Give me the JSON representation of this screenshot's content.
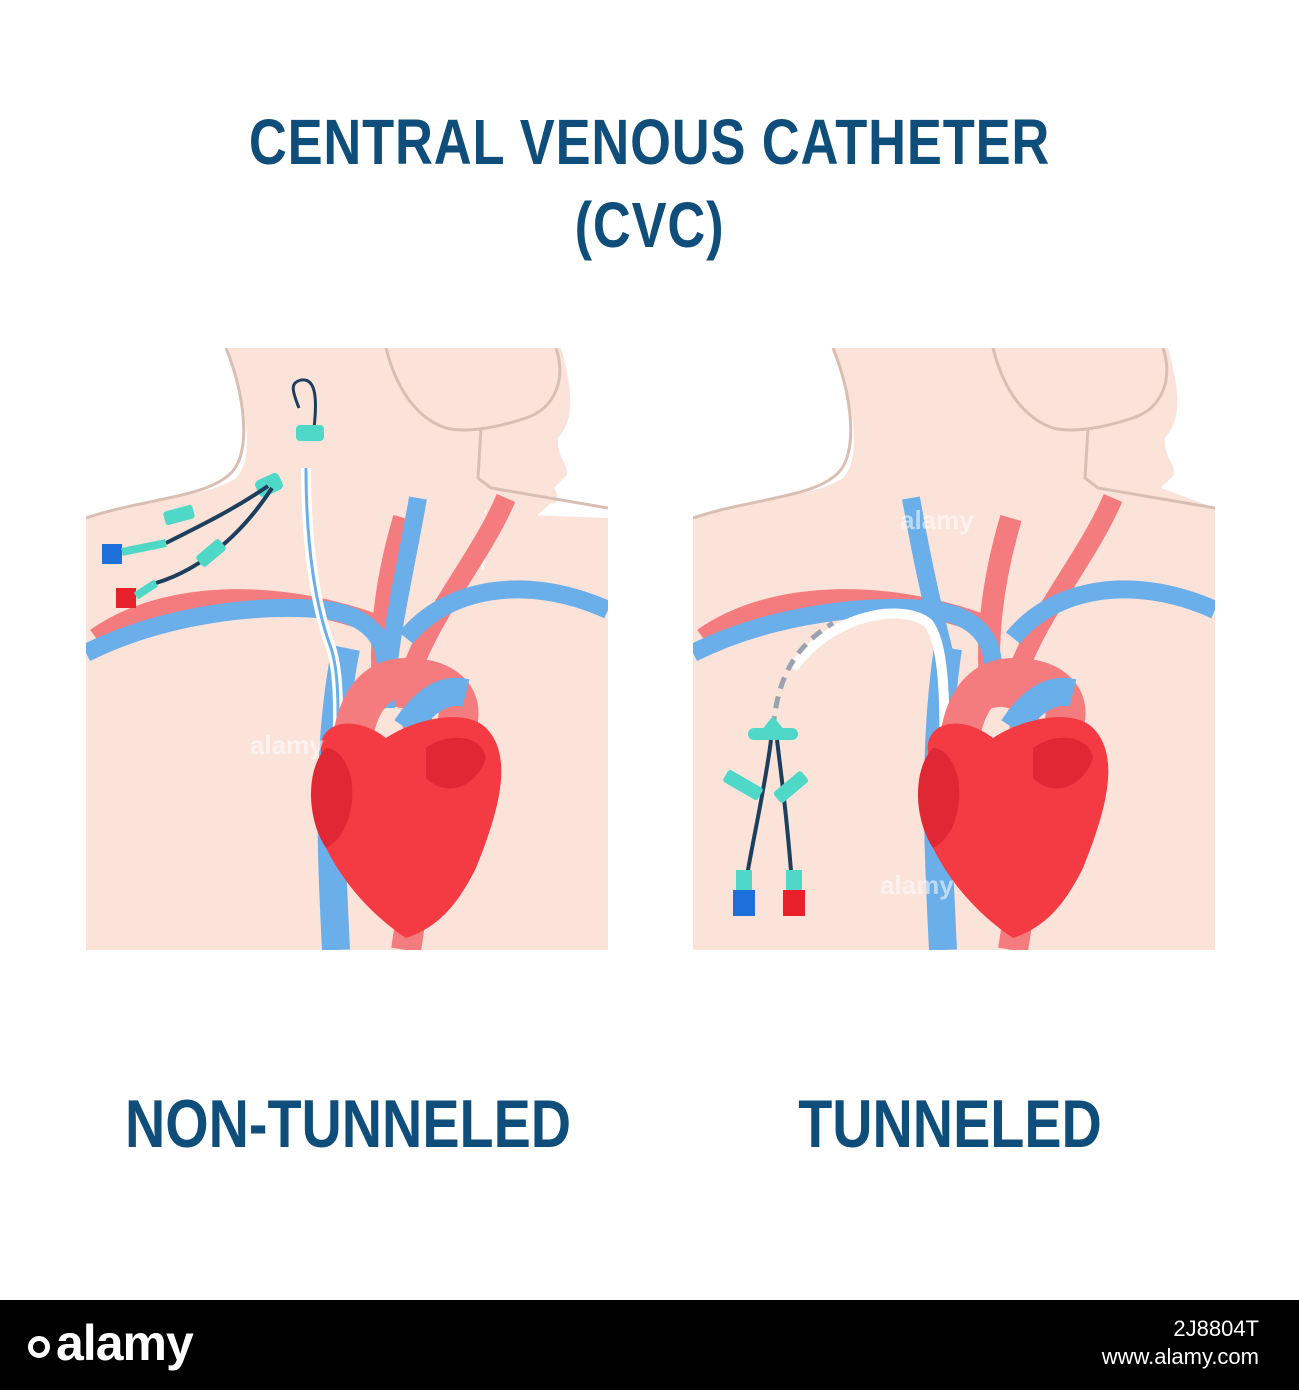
{
  "title": {
    "line1": "CENTRAL VENOUS CATHETER",
    "line2": "(CVC)"
  },
  "panels": [
    {
      "label": "NON-TUNNELED"
    },
    {
      "label": "TUNNELED"
    }
  ],
  "watermark": {
    "text": "alamy"
  },
  "footer": {
    "logo": "alamy",
    "image_id": "2J8804T",
    "url": "www.alamy.com"
  },
  "colors": {
    "skin": "#fce3da",
    "outline": "#d9bfb3",
    "vein": "#6aaeea",
    "artery": "#f57c7e",
    "heart": "#f43b43",
    "heart_dark": "#df2834",
    "catheter": "#ffffff",
    "hub": "#4fd8c7",
    "cap_blue": "#1d6fd9",
    "cap_red": "#e8202a",
    "text": "#0f4e7a"
  }
}
